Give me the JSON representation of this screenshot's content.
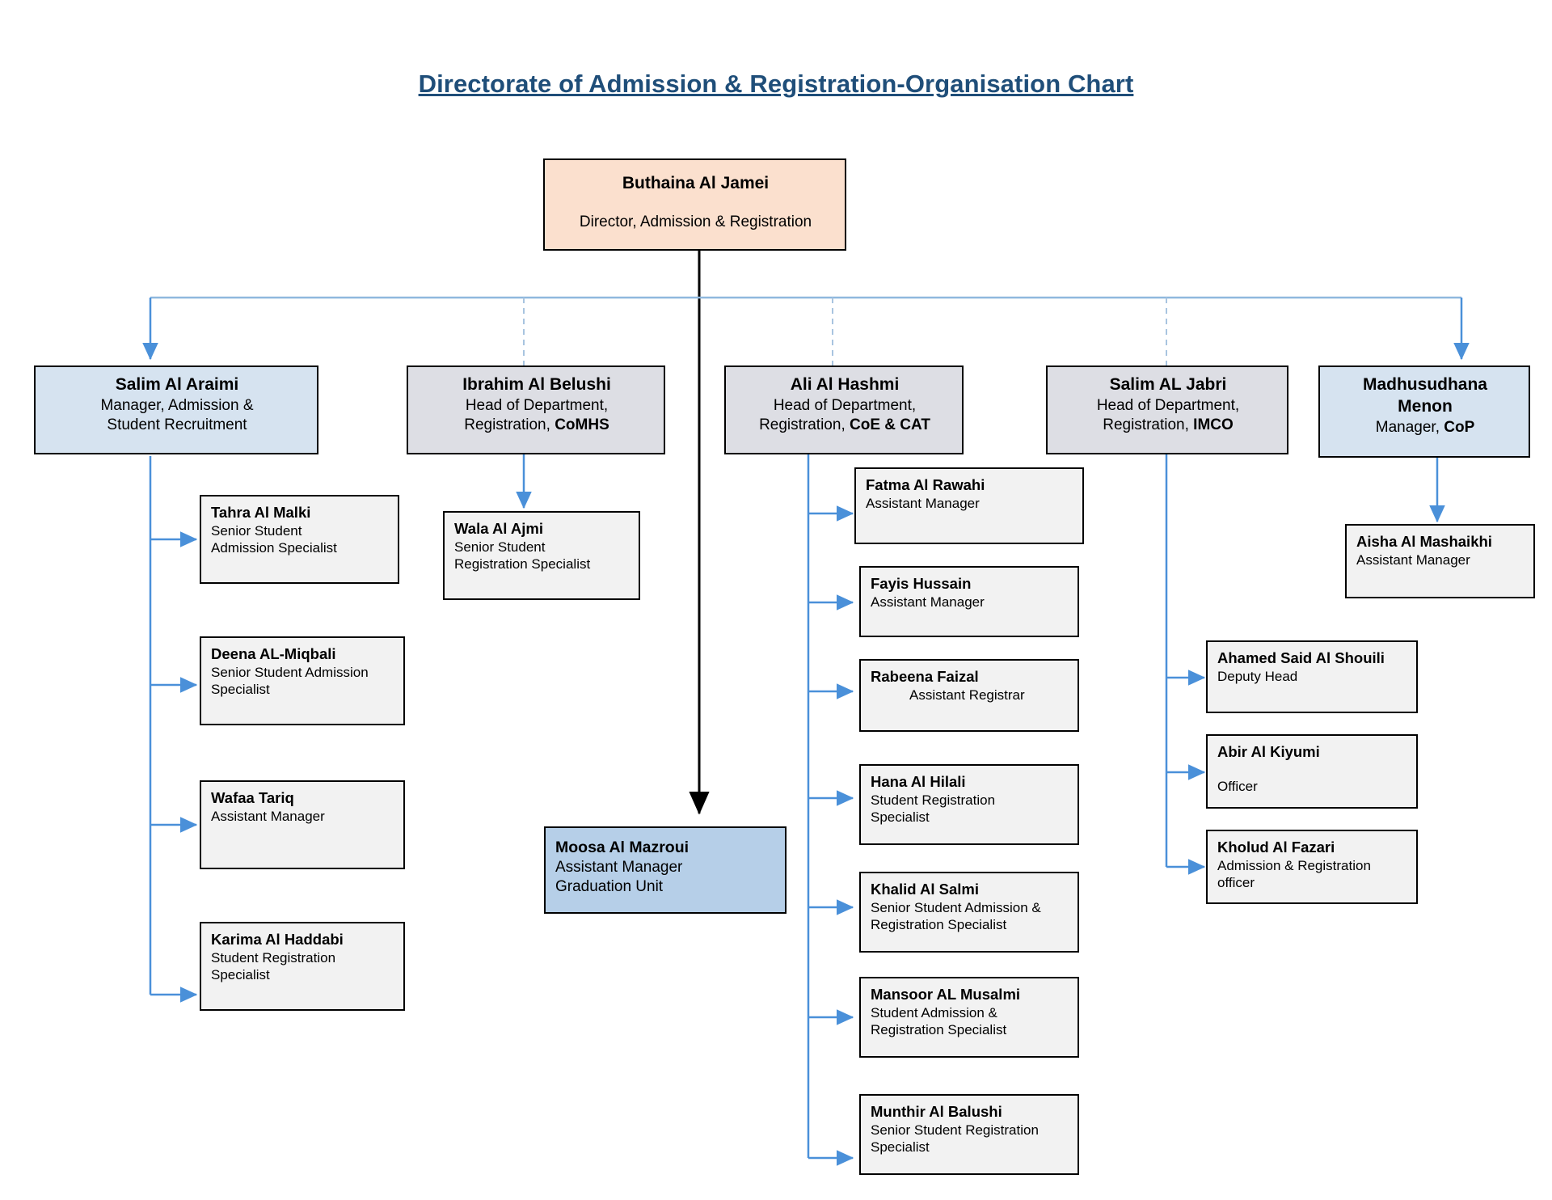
{
  "title": "Directorate of Admission & Registration-Organisation Chart",
  "colors": {
    "title": "#1F4E79",
    "root_fill": "#FBE0CE",
    "manager_fill": "#D6E3F0",
    "head_fill": "#DDDEE4",
    "leaf_fill": "#F2F2F2",
    "unit_fill": "#B6CFE8",
    "connector_blue": "#4A90D9",
    "connector_black": "#000000"
  },
  "root": {
    "name": "Buthaina Al Jamei",
    "role": "Director, Admission & Registration"
  },
  "branches": [
    {
      "head": {
        "name": "Salim Al Araimi",
        "role_line1": "Manager, Admission &",
        "role_line2": "Student Recruitment"
      },
      "reports": [
        {
          "name": "Tahra  Al Malki",
          "role_line1": "Senior Student",
          "role_line2": "Admission Specialist"
        },
        {
          "name": "Deena  AL-Miqbali",
          "role_line1": "Senior Student Admission",
          "role_line2": "Specialist"
        },
        {
          "name": "Wafaa Tariq",
          "role_line1": "Assistant Manager",
          "role_line2": ""
        },
        {
          "name": "Karima  Al Haddabi",
          "role_line1": "Student Registration",
          "role_line2": "Specialist"
        }
      ]
    },
    {
      "head": {
        "name": "Ibrahim  Al Belushi",
        "role_line1": "Head of Department,",
        "role_line2": "Registration, ",
        "role_line2_bold": "CoMHS"
      },
      "reports": [
        {
          "name": "Wala  Al Ajmi",
          "role_line1": "Senior Student",
          "role_line2": "Registration Specialist"
        }
      ]
    },
    {
      "head": {
        "name": "Ali Al Hashmi",
        "role_line1": "Head of Department,",
        "role_line2": "Registration, ",
        "role_line2_bold": "CoE & CAT"
      },
      "reports": [
        {
          "name": "Fatma Al Rawahi",
          "role_line1": "Assistant Manager",
          "role_line2": ""
        },
        {
          "name": "Fayis Hussain",
          "role_line1": "Assistant Manager",
          "role_line2": ""
        },
        {
          "name": "Rabeena Faizal",
          "role_line1": "Assistant Registrar",
          "role_line2": "",
          "indent_role": true
        },
        {
          "name": "Hana  Al Hilali",
          "role_line1": "Student Registration",
          "role_line2": "Specialist"
        },
        {
          "name": "Khalid  Al Salmi",
          "role_line1": "Senior Student Admission &",
          "role_line2": "Registration Specialist"
        },
        {
          "name": "Mansoor  AL Musalmi",
          "role_line1": "Student Admission &",
          "role_line2": "Registration Specialist"
        },
        {
          "name": "Munthir Al Balushi",
          "role_line1": "Senior Student Registration",
          "role_line2": "Specialist"
        }
      ]
    },
    {
      "head": {
        "name": "Salim AL Jabri",
        "role_line1": "Head of Department,",
        "role_line2": "Registration, ",
        "role_line2_bold": "IMCO"
      },
      "reports": [
        {
          "name": "Ahamed Said Al Shouili",
          "role_line1": "Deputy Head",
          "role_line2": ""
        },
        {
          "name": "Abir  Al Kiyumi",
          "role_line1": "Officer",
          "role_line2": "",
          "gap_role": true
        },
        {
          "name": "Kholud  Al Fazari",
          "role_line1": "Admission & Registration",
          "role_line2": "officer"
        }
      ]
    },
    {
      "head": {
        "name_line1": "Madhusudhana",
        "name_line2": "Menon",
        "role_line1": "Manager, ",
        "role_line1_bold": "CoP"
      },
      "reports": [
        {
          "name": "Aisha Al Mashaikhi",
          "role_line1": "Assistant Manager",
          "role_line2": ""
        }
      ]
    }
  ],
  "graduation_unit": {
    "name": "Moosa Al Mazroui",
    "role_line1": "Assistant Manager",
    "role_line2": "Graduation Unit"
  }
}
